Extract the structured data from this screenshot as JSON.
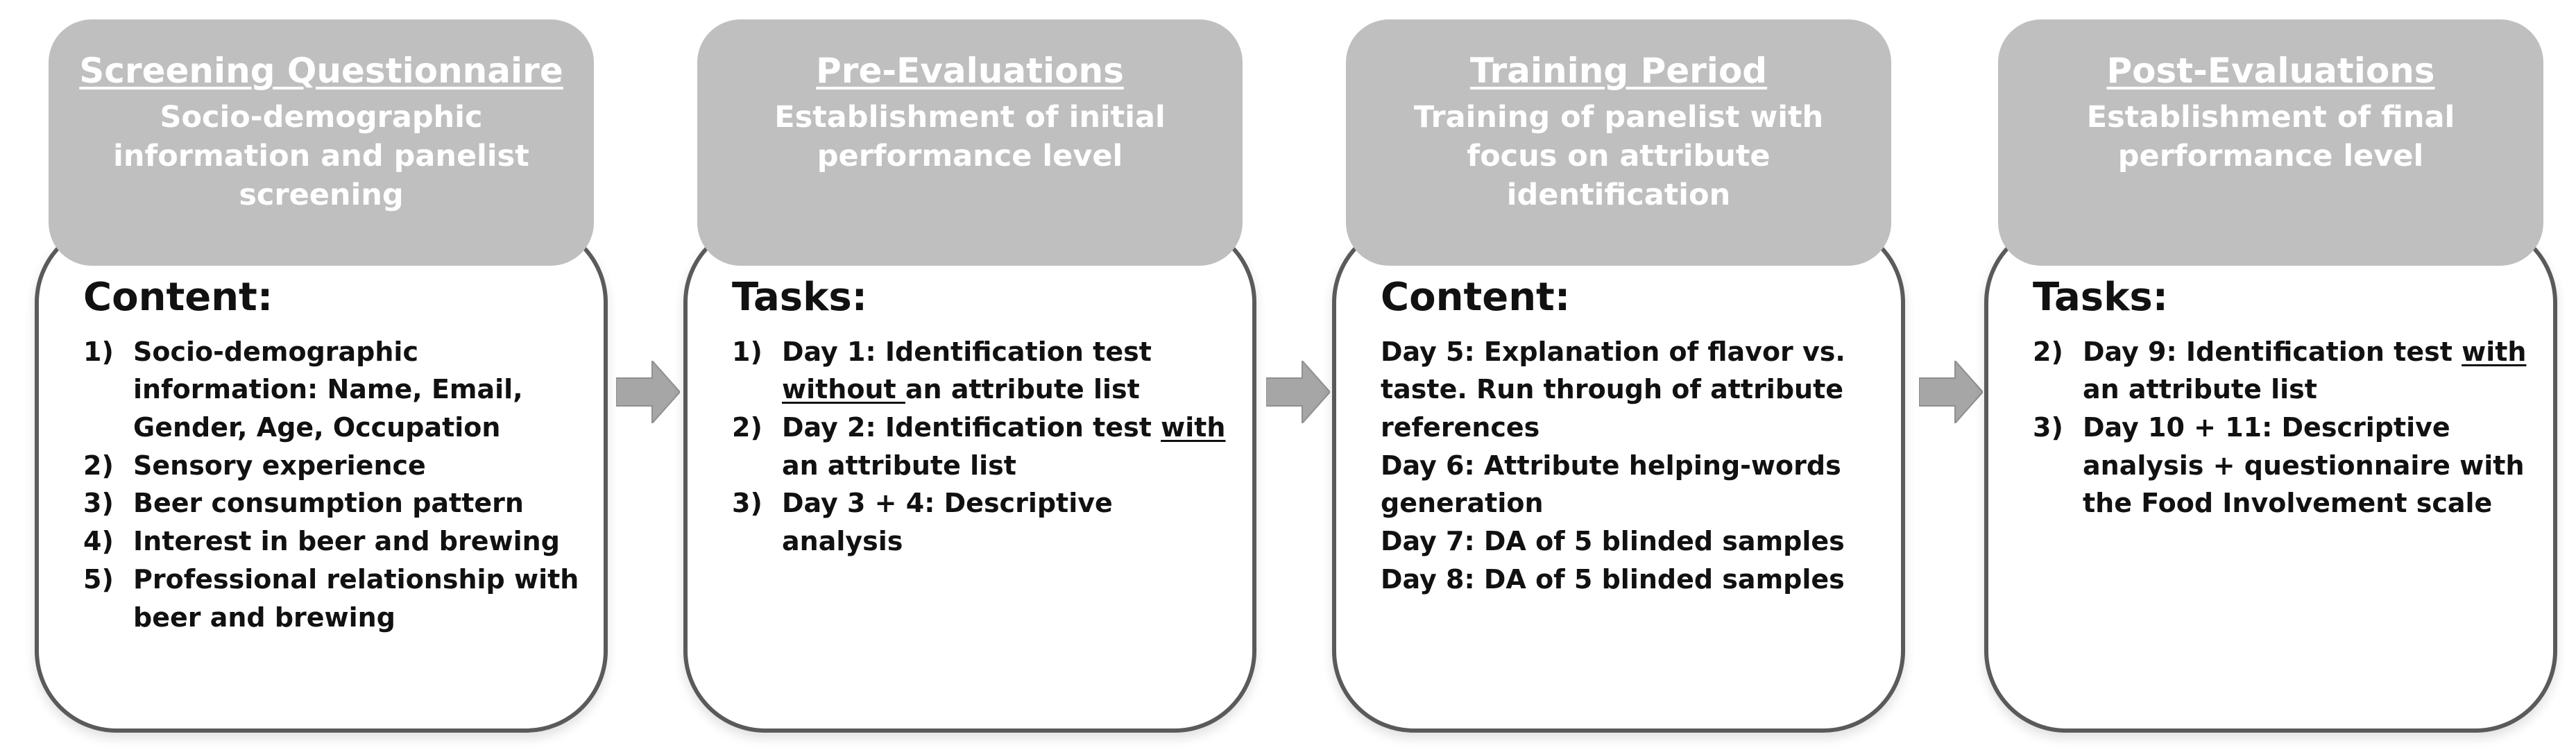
{
  "stages": [
    {
      "title": "Screening Questionnaire",
      "subtitle": "Socio-demographic information and panelist screening",
      "section": "Content:",
      "items": [
        {
          "num": "1)",
          "text": "Socio-demographic information: Name, Email, Gender, Age, Occupation"
        },
        {
          "num": "2)",
          "text": "Sensory experience"
        },
        {
          "num": "3)",
          "text": "Beer consumption pattern"
        },
        {
          "num": "4)",
          "text": "Interest in beer and brewing"
        },
        {
          "num": "5)",
          "text": "Professional relationship with beer and brewing"
        }
      ]
    },
    {
      "title": "Pre-Evaluations",
      "subtitle": "Establishment of initial performance level",
      "section": "Tasks:",
      "items": [
        {
          "num": "1)",
          "pre": "Day 1: Identification test ",
          "u": "without ",
          "post": "an attribute list"
        },
        {
          "num": "2)",
          "pre": "Day 2: Identification test ",
          "u": "with",
          "post": " an attribute list"
        },
        {
          "num": "3)",
          "text": "Day 3 + 4: Descriptive analysis"
        }
      ]
    },
    {
      "title": "Training Period",
      "subtitle": "Training of panelist with focus on attribute identification",
      "section": "Content:",
      "days": [
        "Day 5: Explanation of flavor vs. taste. Run through of attribute references",
        "Day 6: Attribute helping-words generation",
        "Day 7: DA of 5 blinded samples",
        "Day 8: DA of 5 blinded samples"
      ]
    },
    {
      "title": "Post-Evaluations",
      "subtitle": "Establishment of final performance level",
      "section": "Tasks:",
      "items": [
        {
          "num": "2)",
          "pre": "Day 9: Identification test ",
          "u": "with",
          "post": " an attribute list"
        },
        {
          "num": "3)",
          "text": "Day 10 + 11: Descriptive analysis + questionnaire with the Food Involvement scale"
        }
      ]
    }
  ],
  "colors": {
    "header_fill": "#bfbfbf",
    "header_text": "#ffffff",
    "card_border": "#5a5a5a",
    "arrow_fill": "#a6a6a6",
    "body_text": "#111111"
  }
}
